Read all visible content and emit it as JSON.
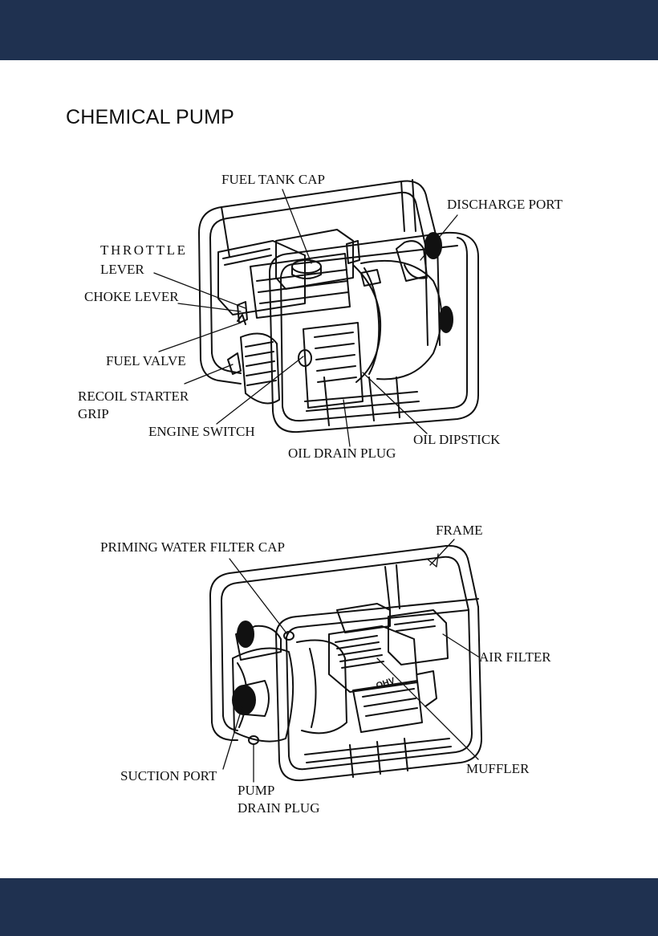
{
  "page": {
    "title": "CHEMICAL PUMP",
    "colors": {
      "band": "#1f3150",
      "ink": "#111111",
      "background": "#ffffff"
    }
  },
  "figure_top": {
    "labels": {
      "fuel_tank_cap": "FUEL TANK CAP",
      "discharge_port": "DISCHARGE PORT",
      "throttle_lever_1": "THROTTLE",
      "throttle_lever_2": "LEVER",
      "choke_lever": "CHOKE LEVER",
      "fuel_valve": "FUEL VALVE",
      "recoil_starter_grip_1": "RECOIL STARTER",
      "recoil_starter_grip_2": "GRIP",
      "engine_switch": "ENGINE SWITCH",
      "oil_drain_plug": "OIL DRAIN PLUG",
      "oil_dipstick": "OIL DIPSTICK"
    }
  },
  "figure_bottom": {
    "labels": {
      "frame": "FRAME",
      "priming_water_filter_cap": "PRIMING WATER FILTER CAP",
      "air_filter": "AIR FILTER",
      "suction_port": "SUCTION PORT",
      "pump_drain_plug_1": "PUMP",
      "pump_drain_plug_2": "DRAIN PLUG",
      "muffler": "MUFFLER"
    },
    "engine_marking": "OHV"
  }
}
